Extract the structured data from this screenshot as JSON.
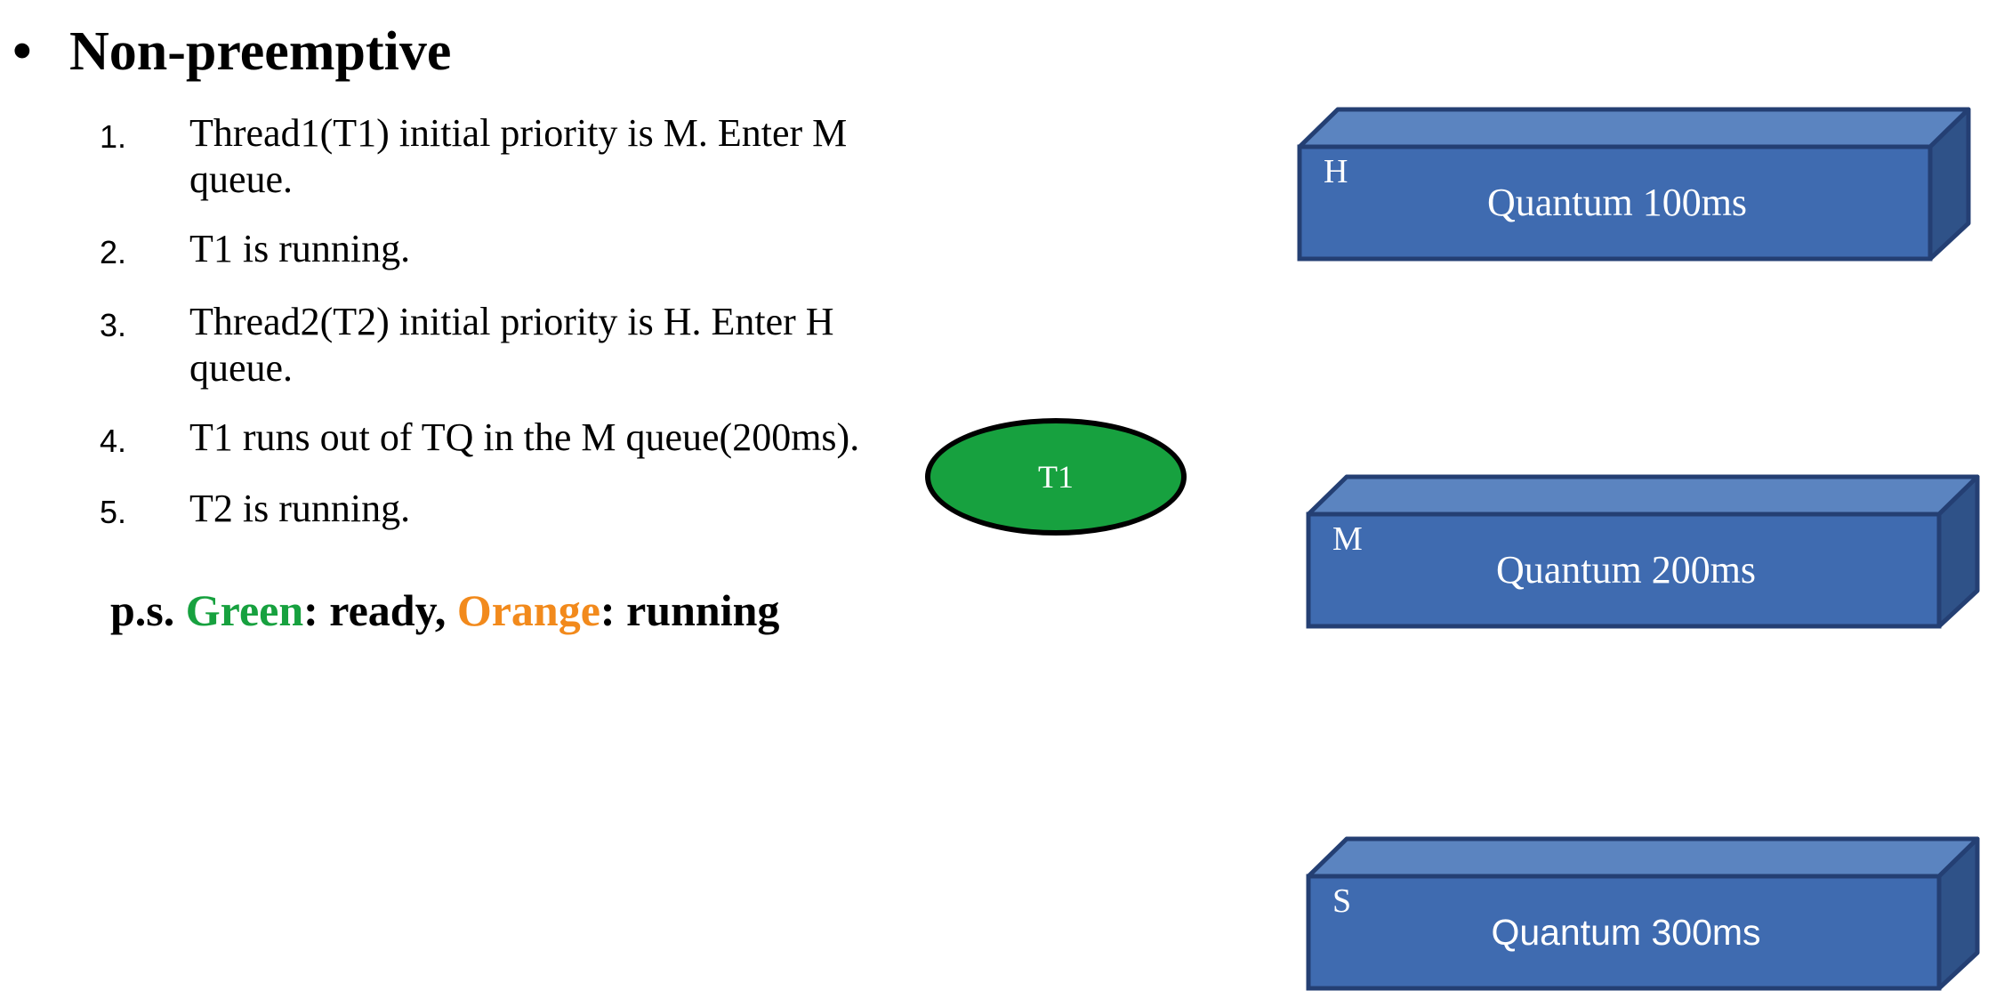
{
  "heading": {
    "bullet": "•",
    "title": "Non-preemptive"
  },
  "steps": [
    {
      "num": "1.",
      "text": "Thread1(T1) initial priority is M. Enter M queue."
    },
    {
      "num": "2.",
      "text": "T1 is running."
    },
    {
      "num": "3.",
      "text": "Thread2(T2) initial priority is H. Enter H queue."
    },
    {
      "num": "4.",
      "text": "T1 runs out of  TQ in the M queue(200ms)."
    },
    {
      "num": "5.",
      "text": "T2 is running."
    }
  ],
  "legend": {
    "prefix": "p.s. ",
    "green_word": "Green",
    "green_desc": ": ready, ",
    "orange_word": "Orange",
    "orange_desc": ": running"
  },
  "colors": {
    "ready": "#17A13F",
    "running": "#F28A1C",
    "queue_front": "#3F6BB0",
    "queue_top": "#5B84C0",
    "queue_side": "#2F5288",
    "queue_edge": "#243F73"
  },
  "thread": {
    "label": "T1",
    "state": "ready"
  },
  "queues": [
    {
      "level": "H",
      "quantum": "Quantum 100ms"
    },
    {
      "level": "M",
      "quantum": "Quantum 200ms"
    },
    {
      "level": "S",
      "quantum": "Quantum 300ms"
    }
  ]
}
